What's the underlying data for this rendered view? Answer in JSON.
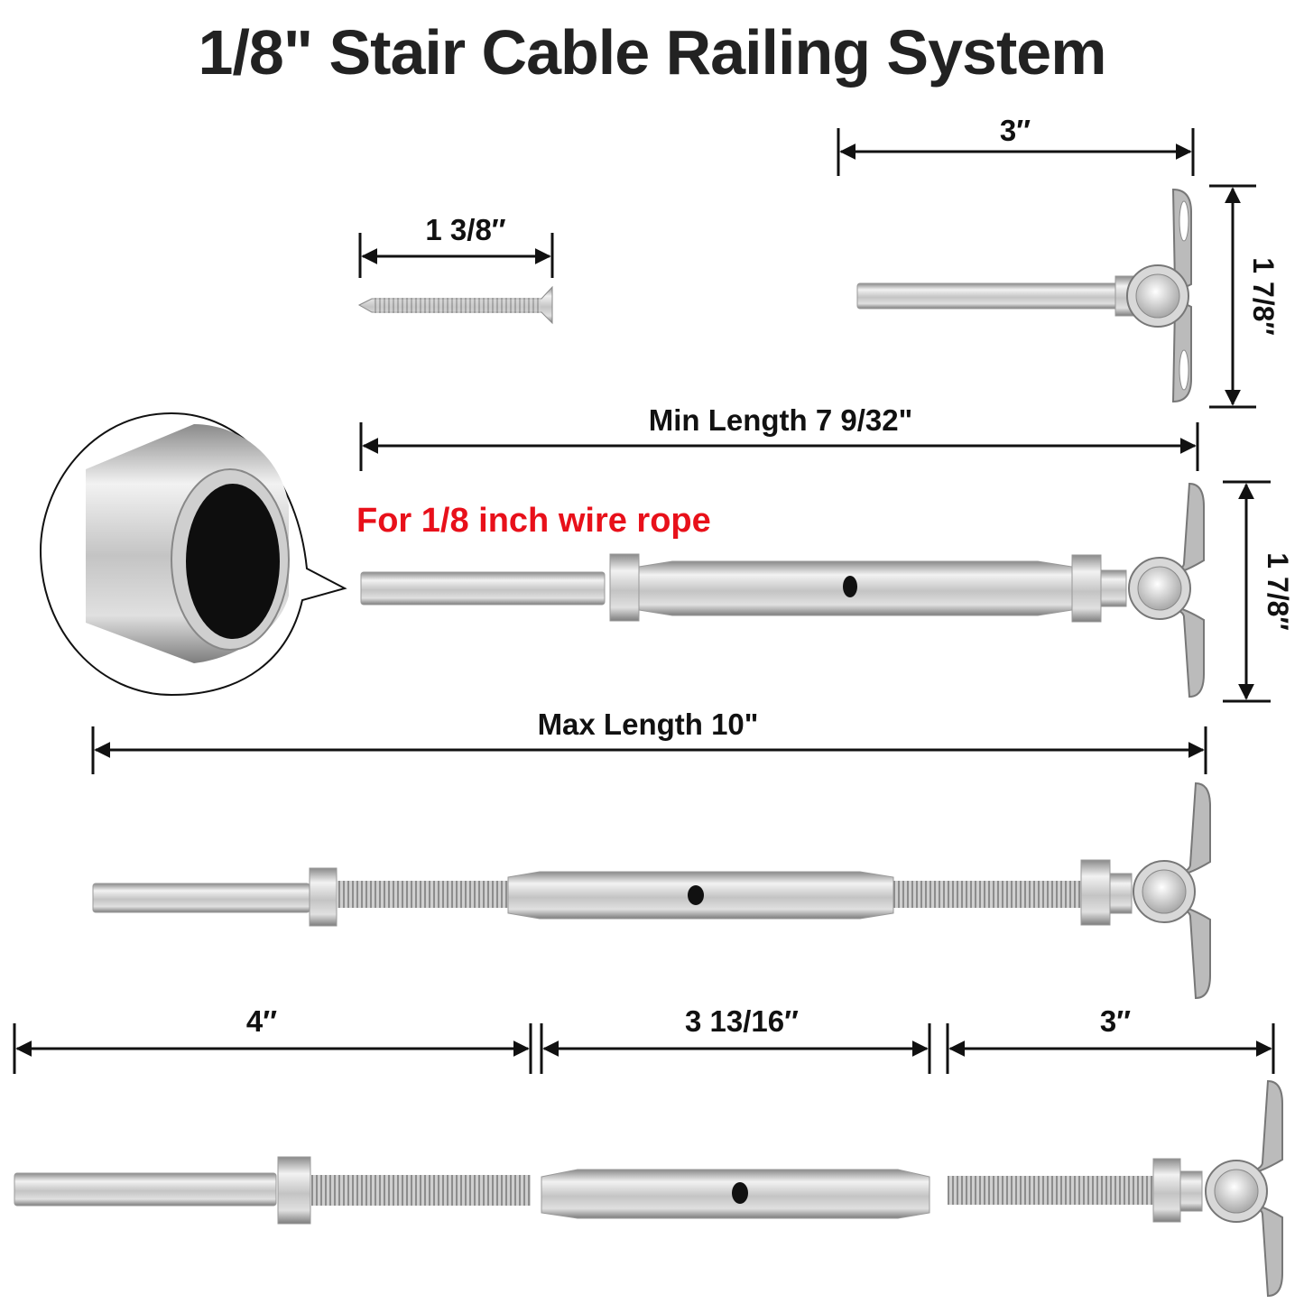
{
  "title": "1/8\" Stair Cable Railing System",
  "callout": {
    "text": "For 1/8 inch wire rope",
    "color": "#e8101a",
    "icon": "tube-end-closeup-icon"
  },
  "parts": {
    "screw": {
      "name": "wood screw",
      "dimension": "1 3/8″"
    },
    "deck_toggle": {
      "name": "deck toggle swage stud",
      "length": "3″",
      "height": "1 7/8″"
    },
    "assembled_min": {
      "name": "turnbuckle assembly (closed)",
      "length": "Min Length 7 9/32\"",
      "toggle_height": "1 7/8″"
    },
    "assembled_max": {
      "name": "turnbuckle assembly (extended)",
      "length": "Max Length 10\""
    },
    "exploded": {
      "segments": [
        {
          "name": "swage stud",
          "length": "4″"
        },
        {
          "name": "turnbuckle body",
          "length": "3 13/16″"
        },
        {
          "name": "toggle stud",
          "length": "3″"
        }
      ]
    }
  },
  "colors": {
    "text": "#222222",
    "metal_light": "#e6e6e6",
    "metal_mid": "#b5b5b5",
    "metal_dark": "#7a7a7a"
  }
}
